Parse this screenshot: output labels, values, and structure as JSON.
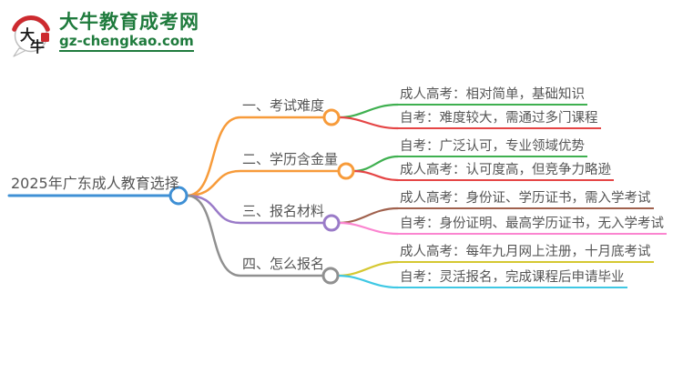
{
  "brand": {
    "title": "大牛教育成考网",
    "domain": "gz-chengkao.com",
    "green": "#1f7b3d",
    "logo_red": "#cd2a2f",
    "logo": {
      "char1": "大",
      "char2": "牛"
    }
  },
  "root": {
    "label": "2025年广东成人教育选择",
    "color": "#3f90d5"
  },
  "text_color": "#555555",
  "branches": [
    {
      "label": "一、考试难度",
      "color": "#f79b3a",
      "children": [
        {
          "label": "成人高考：相对简单，基础知识",
          "color": "#3fb050"
        },
        {
          "label": "自考：难度较大，需通过多门课程",
          "color": "#e54545"
        }
      ]
    },
    {
      "label": "二、学历含金量",
      "color": "#f79b3a",
      "children": [
        {
          "label": "自考：广泛认可，专业领域优势",
          "color": "#3fb050"
        },
        {
          "label": "成人高考：认可度高，但竞争力略逊",
          "color": "#e54545"
        }
      ]
    },
    {
      "label": "三、报名材料",
      "color": "#9a7bc8",
      "children": [
        {
          "label": "成人高考：身份证、学历证书，需入学考试",
          "color": "#a0614d"
        },
        {
          "label": "自考：身份证明、最高学历证书，无入学考试",
          "color": "#fb85d0"
        }
      ]
    },
    {
      "label": "四、怎么报名",
      "color": "#909090",
      "children": [
        {
          "label": "成人高考：每年九月网上注册，十月底考试",
          "color": "#d5c832"
        },
        {
          "label": "自考：灵活报名，完成课程后申请毕业",
          "color": "#3fc8e4"
        }
      ]
    }
  ]
}
